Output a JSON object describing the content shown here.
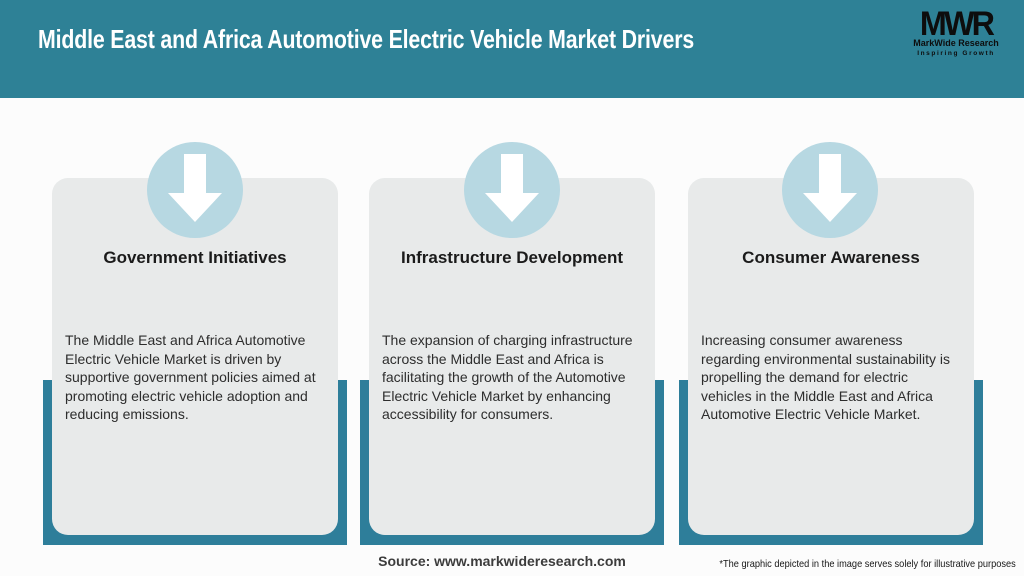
{
  "header": {
    "title": "Middle East and Africa Automotive Electric Vehicle Market Drivers",
    "logo": {
      "acronym": "MWR",
      "name": "MarkWide Research",
      "tagline": "Inspiring Growth"
    }
  },
  "cards": [
    {
      "icon": "down-arrow-icon",
      "title": "Government Initiatives",
      "description": "The Middle East and Africa Automotive Electric Vehicle Market is driven by supportive government policies aimed at promoting electric vehicle adoption and reducing emissions."
    },
    {
      "icon": "down-arrow-icon",
      "title": "Infrastructure Development",
      "description": "The expansion of charging infrastructure across the Middle East and Africa is facilitating the growth of the Automotive Electric Vehicle Market by enhancing accessibility for consumers."
    },
    {
      "icon": "down-arrow-icon",
      "title": "Consumer Awareness",
      "description": "Increasing consumer awareness regarding environmental sustainability is propelling the demand for electric vehicles in the Middle East and Africa Automotive Electric Vehicle Market."
    }
  ],
  "footer": {
    "source": "Source: www.markwideresearch.com",
    "disclaimer": "*The graphic depicted in the image serves solely for illustrative purposes"
  },
  "colors": {
    "header_teal": "#2e8196",
    "backdrop_teal": "#2e7e9a",
    "card_gray": "#e8eaea",
    "circle_blue": "#b7d8e2",
    "title_white": "#ffffff",
    "logo_black": "#0d0d0d"
  }
}
